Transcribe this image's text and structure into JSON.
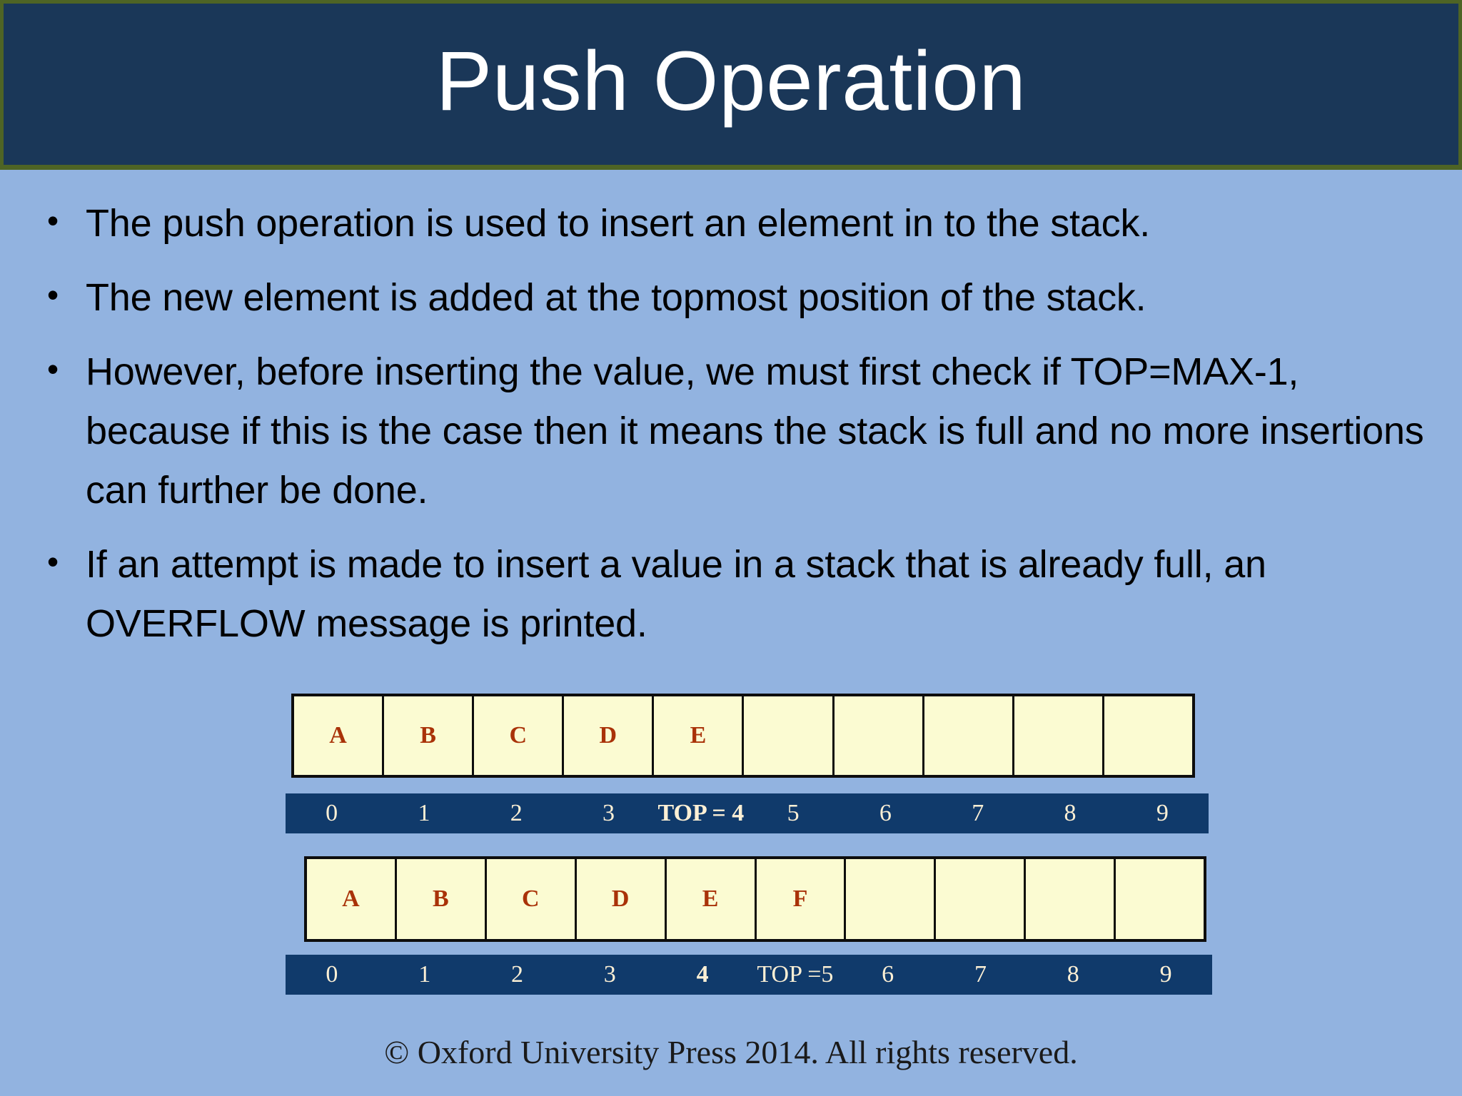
{
  "slide": {
    "title": "Push Operation",
    "bullet_marker": "•",
    "background_color": "#92b3e0",
    "title_bar_color": "#1a3758",
    "title_border_color": "#4e6425",
    "bullets": [
      "The push operation is used to insert an element in to the stack.",
      "The new element is added at the topmost position of the stack.",
      "However, before inserting the value, we must first check if TOP=MAX-1, because if this is the case then it means the stack is full and no more insertions can further be done.",
      "If an attempt is made to insert a value in a stack that is already full, an OVERFLOW message is printed."
    ],
    "footer": "© Oxford University Press 2014. All rights reserved."
  },
  "diagrams": [
    {
      "name": "stack-before-push",
      "cell_fill_color": "#fbfbd2",
      "cell_border_color": "#0d0d0d",
      "cell_text_color": "#a93208",
      "bar_color": "#103a6b",
      "bar_text_color": "#fdf0d5",
      "cells": [
        "A",
        "B",
        "C",
        "D",
        "E",
        "",
        "",
        "",
        "",
        ""
      ],
      "indices": [
        {
          "label": "0",
          "bold": false
        },
        {
          "label": "1",
          "bold": false
        },
        {
          "label": "2",
          "bold": false
        },
        {
          "label": "3",
          "bold": false
        },
        {
          "label": "TOP = 4",
          "bold": true
        },
        {
          "label": "5",
          "bold": false
        },
        {
          "label": "6",
          "bold": false
        },
        {
          "label": "7",
          "bold": false
        },
        {
          "label": "8",
          "bold": false
        },
        {
          "label": "9",
          "bold": false
        }
      ]
    },
    {
      "name": "stack-after-push",
      "cell_fill_color": "#fbfbd2",
      "cell_border_color": "#0d0d0d",
      "cell_text_color": "#a93208",
      "bar_color": "#103a6b",
      "bar_text_color": "#fdf0d5",
      "cells": [
        "A",
        "B",
        "C",
        "D",
        "E",
        "F",
        "",
        "",
        "",
        ""
      ],
      "indices": [
        {
          "label": "0",
          "bold": false
        },
        {
          "label": "1",
          "bold": false
        },
        {
          "label": "2",
          "bold": false
        },
        {
          "label": "3",
          "bold": false
        },
        {
          "label": "4",
          "bold": true
        },
        {
          "label": "TOP =5",
          "bold": false
        },
        {
          "label": "6",
          "bold": false
        },
        {
          "label": "7",
          "bold": false
        },
        {
          "label": "8",
          "bold": false
        },
        {
          "label": "9",
          "bold": false
        }
      ]
    }
  ]
}
